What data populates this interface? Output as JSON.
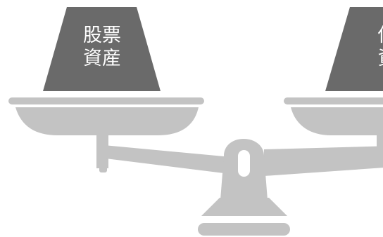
{
  "colors": {
    "scale": "#c3c3c3",
    "block": "#6a6a6a",
    "block_text": "#ffffff",
    "background": "#ffffff"
  },
  "left_block": {
    "line1": "股票",
    "line2": "資産"
  },
  "right_block": {
    "line1": "債",
    "line2": "資"
  }
}
